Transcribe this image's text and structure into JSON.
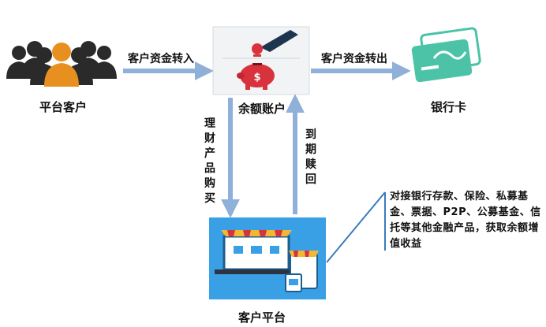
{
  "nodes": {
    "platform_customers": "平台客户",
    "balance_account": "余额账户",
    "bank_card": "银行卡",
    "customer_platform": "客户平台"
  },
  "edges": {
    "funds_in": "客户资金转入",
    "funds_out": "客户资金转出",
    "wealth_purchase": "理财产品购买",
    "maturity_redemption": "到期赎回"
  },
  "note": "对接银行存款、保险、私募基金、票据、P2P、公募基金、信托等其他金融产品，获取余额增值收益",
  "piggy_symbol": "$",
  "colors": {
    "arrow": "#8fb0d8",
    "people_dark": "#2a2a2a",
    "people_accent": "#e8901f",
    "bank_card": "#4cc3a6",
    "piggy": "#d8323d",
    "panel_bg": "#f1f3f5",
    "platform_bg": "#3aa0e6"
  }
}
